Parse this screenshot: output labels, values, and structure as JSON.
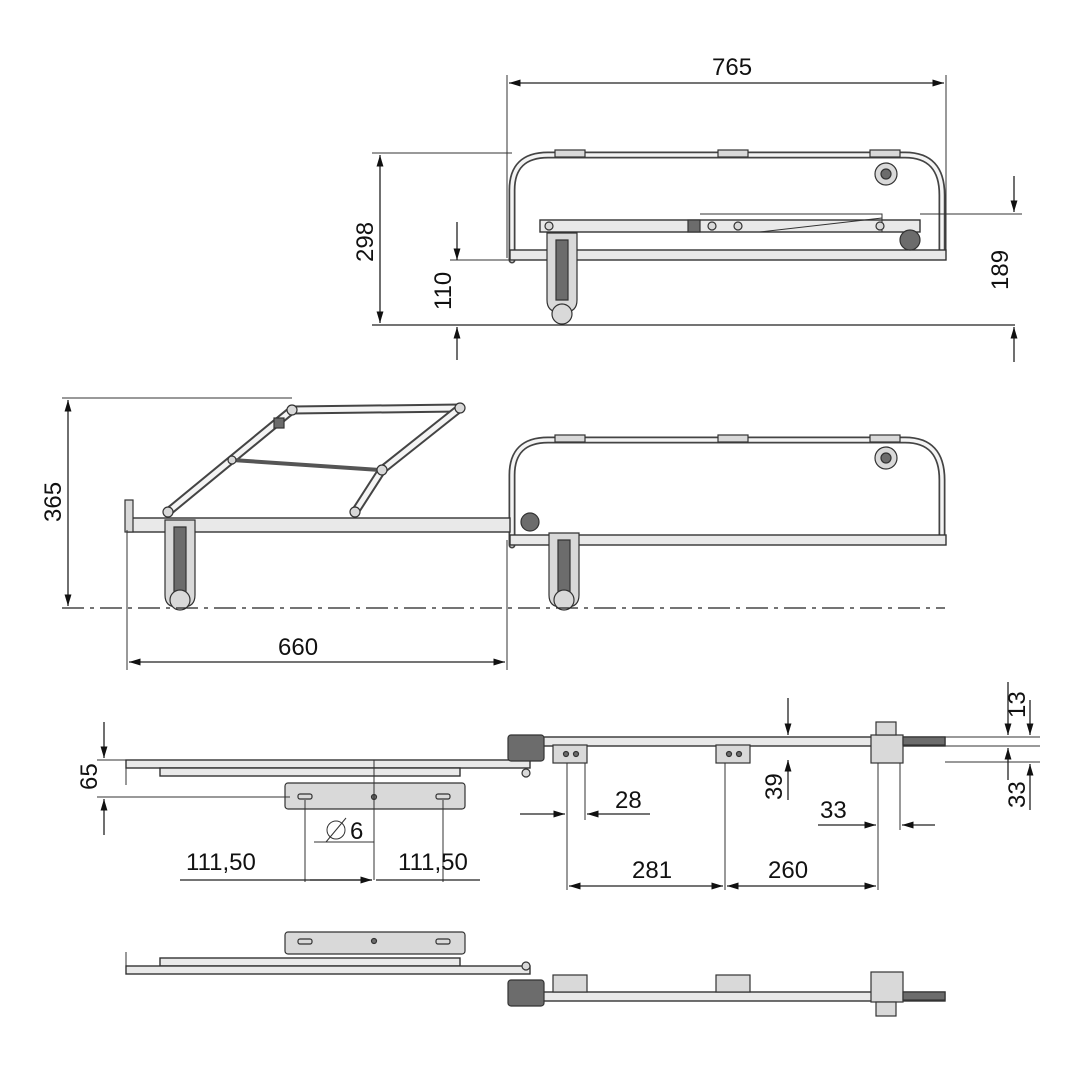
{
  "diagram": {
    "top_view": {
      "width_label": "765",
      "height_label": "298",
      "clearance_label": "110",
      "side_height_label": "189"
    },
    "middle_view": {
      "height_label": "365",
      "extension_label": "660"
    },
    "bottom_view": {
      "offset_label": "65",
      "hole_label": "6",
      "left_spacing_label": "111,50",
      "right_spacing_label": "111,50",
      "bracket_width_label": "28",
      "bracket_drop_label": "39",
      "right_gap_label": "33",
      "spacing_a_label": "281",
      "spacing_b_label": "260",
      "top_small_label": "13",
      "right_drop_label": "33"
    }
  }
}
